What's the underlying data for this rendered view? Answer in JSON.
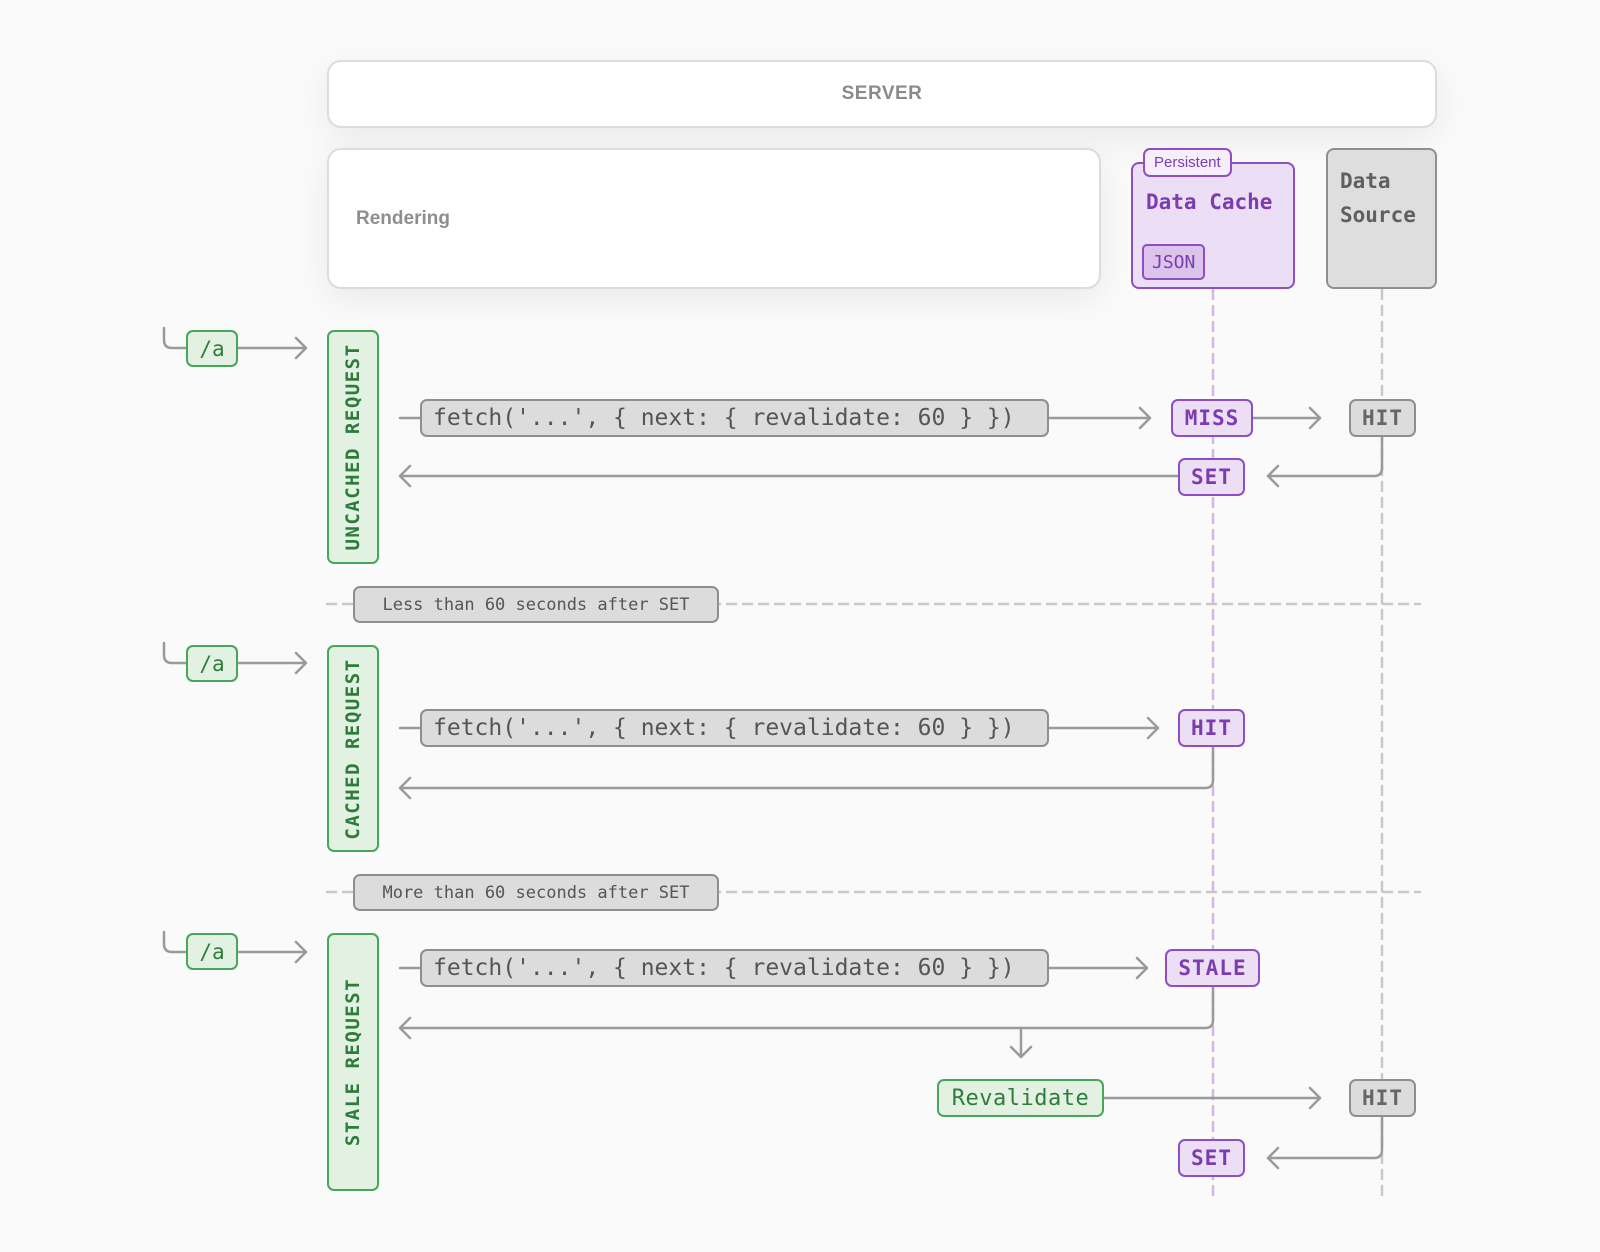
{
  "server": {
    "title": "SERVER",
    "rendering_label": "Rendering"
  },
  "data_cache": {
    "badge": "Persistent",
    "title": "Data Cache",
    "format": "JSON"
  },
  "data_source": {
    "title": "Data\nSource"
  },
  "sections": [
    {
      "label": "UNCACHED REQUEST",
      "route": "/a",
      "fetch": "fetch('...', { next: { revalidate: 60 } })",
      "cache_status": "MISS",
      "source_status": "HIT",
      "set_label": "SET"
    },
    {
      "separator": "Less than 60 seconds after SET"
    },
    {
      "label": "CACHED REQUEST",
      "route": "/a",
      "fetch": "fetch('...', { next: { revalidate: 60 } })",
      "cache_status": "HIT"
    },
    {
      "separator": "More than 60 seconds after SET"
    },
    {
      "label": "STALE REQUEST",
      "route": "/a",
      "fetch": "fetch('...', { next: { revalidate: 60 } })",
      "cache_status": "STALE",
      "revalidate": "Revalidate",
      "source_status": "HIT",
      "set_label": "SET"
    }
  ],
  "colors": {
    "green": "#46a758",
    "purple": "#8e4ec6",
    "gray": "#8f8f8f"
  }
}
